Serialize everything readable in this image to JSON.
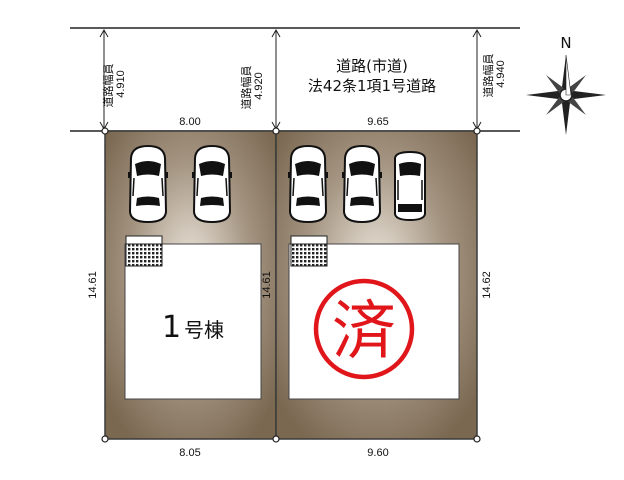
{
  "road": {
    "line1": "道路(市道)",
    "line2": "法42条1項1号道路"
  },
  "widths": {
    "left": {
      "label": "道路幅員",
      "value": "4.910"
    },
    "middle": {
      "label": "道路幅員",
      "value": "4.920"
    },
    "right": {
      "label": "道路幅員",
      "value": "4.940"
    }
  },
  "dimensions": {
    "top_left": "8.00",
    "top_right": "9.65",
    "bottom_left": "8.05",
    "bottom_right": "9.60",
    "side_left": "14.61",
    "side_middle": "14.61",
    "side_right": "14.62"
  },
  "building1": {
    "number": "1",
    "suffix": "号棟"
  },
  "sold_stamp": {
    "text": "済",
    "color": "#e0161b"
  },
  "compass": {
    "label": "N"
  },
  "colors": {
    "lot": "#7b6a55",
    "lot_light": "#a89a86",
    "building": "#ffffff",
    "outline": "#333333"
  }
}
